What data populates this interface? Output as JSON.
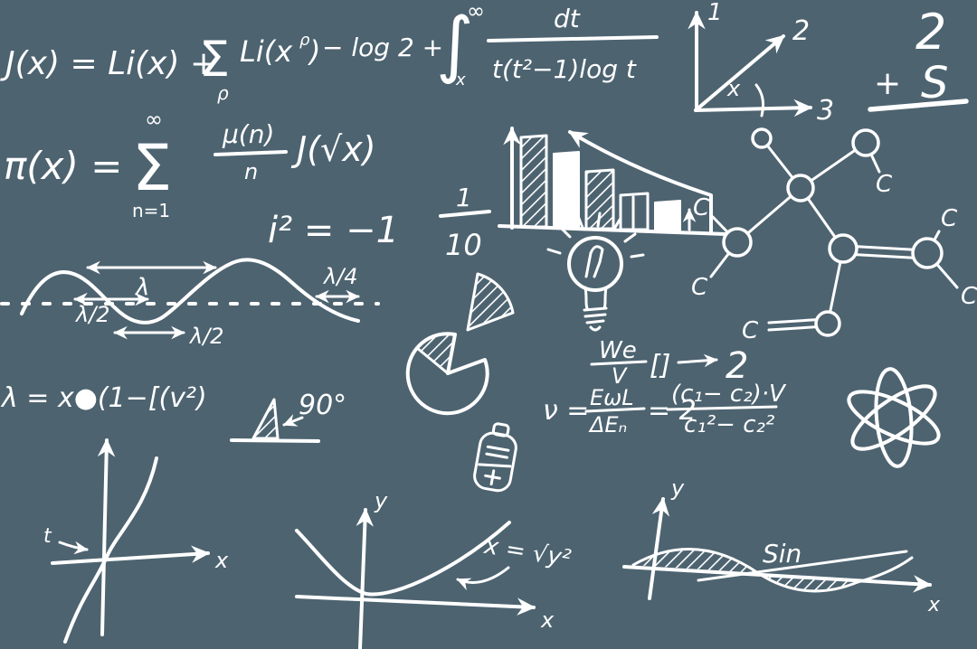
{
  "colors": {
    "background": "#4d6370",
    "ink": "#ffffff"
  },
  "texts": {
    "row1_left": "J(x) = Li(x) +",
    "row1_sigma": "Σ",
    "row1_sigma_sub": "ρ",
    "row1_li_open": "Li(x",
    "row1_li_sup": "ρ",
    "row1_li_close": ")",
    "row1_log": "− log 2 +",
    "row1_integral": "∫",
    "row1_integral_upper": "∞",
    "row1_integral_lower": "x",
    "row1_frac_num": "dt",
    "row1_frac_den": "t(t²−1)log t",
    "row2_pi": "π(x) =",
    "row2_sigma": "Σ",
    "row2_sigma_sup": "∞",
    "row2_sigma_sub": "n=1",
    "row2_frac_num": "μ(n)",
    "row2_frac_den": "n",
    "row2_j": "J(√x)",
    "row3_i": "i² = −1",
    "row3_frac_num": "1",
    "row3_frac_den": "10",
    "axes_label_1": "1",
    "axes_label_2": "2",
    "axes_label_3": "3",
    "axes_angle": "x",
    "sum_2": "2",
    "sum_plus": "+",
    "sum_s": "S",
    "wave_lambda": "λ",
    "wave_half_left": "λ/2",
    "wave_half_bottom": "λ/2",
    "wave_quarter": "λ/4",
    "relativity": "λ = x●(1−[(v²)",
    "angle_90": "90°",
    "we_num": "We",
    "we_den": "V",
    "we_brackets": "[]",
    "we_result": "2",
    "nu_lhs": "ν =",
    "nu_frac1_num": "EωL",
    "nu_frac1_den": "ΔEₙ",
    "nu_eq2": "= 2",
    "nu_frac2_num": "(c₁− c₂)·V",
    "nu_frac2_den": "c₁²− c₂²",
    "graph_bl_t": "t",
    "graph_bl_x": "x",
    "graph_bm_y": "y",
    "graph_bm_x": "x",
    "graph_bm_eq": "x = √y²",
    "graph_br_y": "y",
    "graph_br_x": "x",
    "graph_br_sin": "Sin"
  },
  "molecule": {
    "c_labels": [
      "C",
      "C",
      "C",
      "C",
      "C",
      "C"
    ]
  }
}
